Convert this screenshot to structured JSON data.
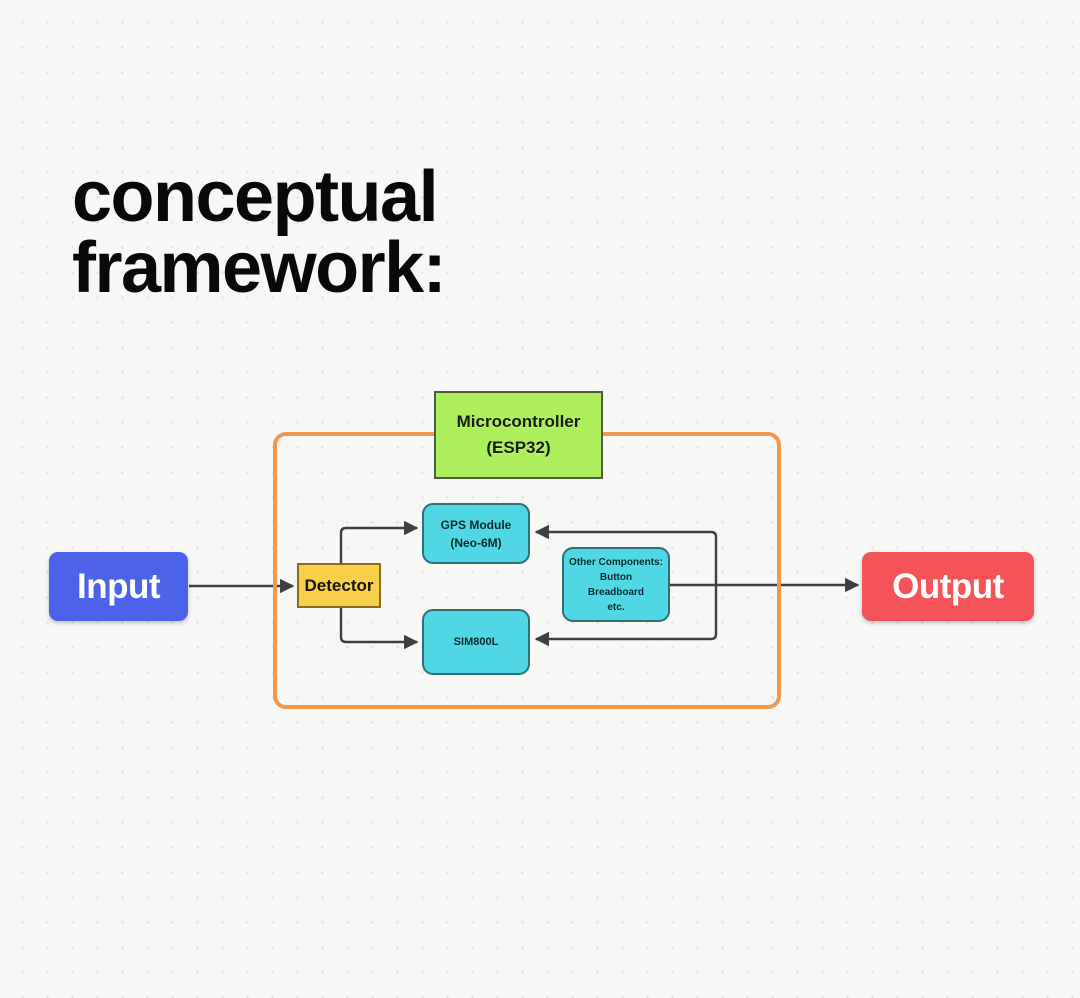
{
  "page": {
    "title": "conceptual framework:",
    "background_color": "#f7f7f6",
    "dot_color": "#dcdcdc"
  },
  "diagram": {
    "type": "block-diagram",
    "boundary": {
      "label": "system-boundary",
      "color": "#f2984c"
    },
    "nodes": [
      {
        "id": "input",
        "label": "Input",
        "shape": "rounded-rect",
        "fill": "#4c62e8",
        "text_color": "#ffffff"
      },
      {
        "id": "detector",
        "label": "Detector",
        "shape": "rect",
        "fill": "#f6cf4b",
        "text_color": "#18140a"
      },
      {
        "id": "microcontroller",
        "label": "Microcontroller\n(ESP32)",
        "shape": "rect",
        "fill": "#adee5c",
        "text_color": "#132006"
      },
      {
        "id": "gps",
        "label": "GPS Module\n(Neo-6M)",
        "shape": "rounded-rect",
        "fill": "#4fd8e4",
        "text_color": "#0b2b30"
      },
      {
        "id": "sim",
        "label": "SIM800L",
        "shape": "rounded-rect",
        "fill": "#4fd8e4",
        "text_color": "#0b2b30"
      },
      {
        "id": "other",
        "label": "Other Components:\nButton\nBreadboard\netc.",
        "shape": "rounded-rect",
        "fill": "#4fd8e4",
        "text_color": "#0b2b30"
      },
      {
        "id": "output",
        "label": "Output",
        "shape": "rounded-rect",
        "fill": "#f4535a",
        "text_color": "#ffffff"
      }
    ],
    "edges": [
      {
        "from": "input",
        "to": "detector",
        "arrow": true
      },
      {
        "from": "detector",
        "to": "gps",
        "arrow": true
      },
      {
        "from": "detector",
        "to": "sim",
        "arrow": true
      },
      {
        "from": "other",
        "to": "gps",
        "arrow": true
      },
      {
        "from": "other",
        "to": "sim",
        "arrow": true
      },
      {
        "from": "other",
        "to": "output",
        "arrow": true
      }
    ],
    "edge_color": "#3c4043"
  }
}
